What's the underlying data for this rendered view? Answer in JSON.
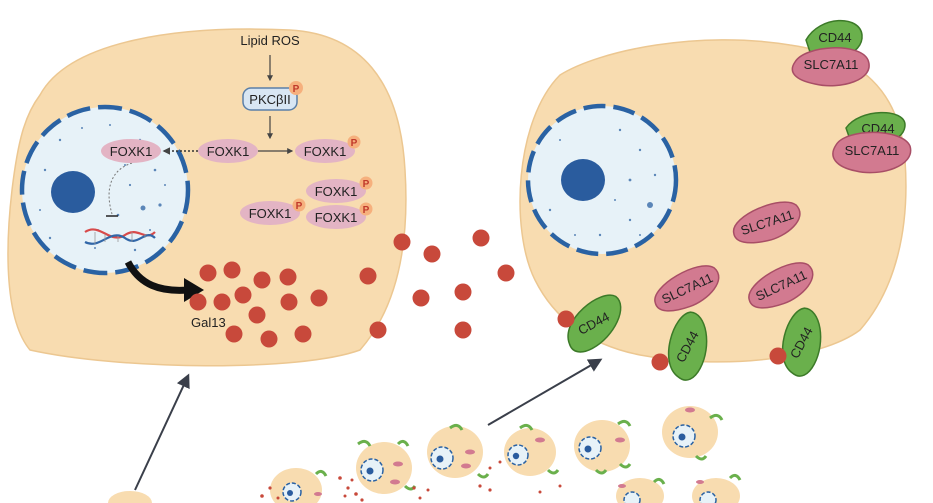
{
  "labels": {
    "lipid_ros": "Lipid ROS",
    "pkc": "PKCβII",
    "phospho": "P",
    "foxk1": "FOXK1",
    "gal13": "Gal13",
    "cd44": "CD44",
    "slc7a11": "SLC7A11"
  },
  "colors": {
    "cell_fill": "#f8dcb0",
    "nucleus_fill": "#e7f2f8",
    "nucleus_border": "#2a62a3",
    "nucleolus": "#2a5c9e",
    "foxk1_fill": "#e3b4c4",
    "phospho_fill": "#f6b07d",
    "gal13_dot": "#c8493b",
    "cd44_fill": "#6ab04c",
    "cd44_stroke": "#3c7a28",
    "slc7a11_fill": "#d27a90",
    "slc7a11_stroke": "#a84e66",
    "arrow": "#3a3f4a"
  }
}
